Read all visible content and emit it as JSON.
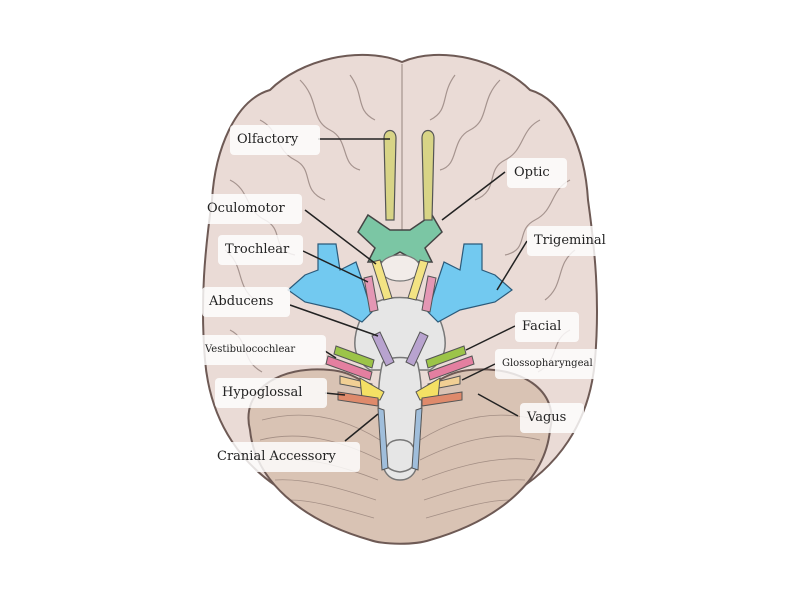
{
  "colors": {
    "brain": "#eadbd6",
    "brain_outline": "#6e5a55",
    "cerebellum": "#d9c3b4",
    "brainstem": "#e6e6e6",
    "olfactory": "#d8d486",
    "optic": "#7bc6a4",
    "oculomotor": "#f3e383",
    "trochlear": "#e497b4",
    "trigeminal": "#72c9f0",
    "abducens": "#b8a3cf",
    "facial": "#9cc449",
    "vestibulocochlear": "#e47fa0",
    "glossopharyngeal": "#f1cf94",
    "vagus": "#f4e064",
    "hypoglossal": "#df8a6b",
    "accessory": "#a0bedb",
    "leader_line": "#222222"
  },
  "labels": {
    "olfactory": "Olfactory",
    "optic": "Optic",
    "oculomotor": "Oculomotor",
    "trigeminal": "Trigeminal",
    "trochlear": "Trochlear",
    "abducens": "Abducens",
    "facial": "Facial",
    "vestibulocochlear": "Vestibulocochlear",
    "glossopharyngeal": "Glossopharyngeal",
    "hypoglossal": "Hypoglossal",
    "vagus": "Vagus",
    "accessory": "Cranial Accessory"
  }
}
